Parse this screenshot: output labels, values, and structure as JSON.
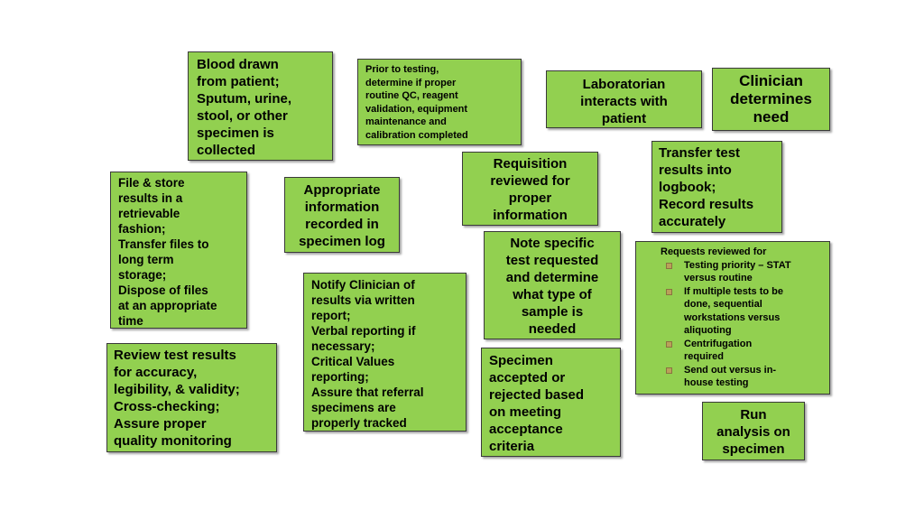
{
  "cards": {
    "blood_drawn": [
      "Blood drawn",
      "from patient;",
      "Sputum, urine,",
      "stool, or other",
      "specimen is",
      "collected"
    ],
    "prior_testing": [
      "Prior to testing,",
      "determine if proper",
      "routine QC, reagent",
      "validation, equipment",
      "maintenance and",
      "calibration completed"
    ],
    "laboratorian": [
      "Laboratorian",
      "interacts with",
      "patient"
    ],
    "clinician_determines": [
      "Clinician",
      "determines",
      "need"
    ],
    "requisition": [
      "Requisition",
      "reviewed for",
      "proper",
      "information"
    ],
    "transfer_results": [
      "Transfer test",
      "results into",
      "logbook;",
      "Record results",
      "accurately"
    ],
    "file_store": [
      "File & store",
      "results in a",
      "retrievable",
      "fashion;",
      "Transfer files to",
      "long term",
      "storage;",
      "Dispose of files",
      "at an appropriate",
      "time"
    ],
    "appropriate_info": [
      "Appropriate",
      "information",
      "recorded in",
      "specimen log"
    ],
    "note_specific": [
      "Note specific",
      "test requested",
      "and determine",
      "what type of",
      "sample is",
      "needed"
    ],
    "requests_reviewed": {
      "heading": "Requests reviewed for",
      "bullets": [
        [
          "Testing priority – STAT",
          "versus routine"
        ],
        [
          "If multiple tests to be",
          "done, sequential",
          "workstations versus",
          "aliquoting"
        ],
        [
          "Centrifugation",
          "required"
        ],
        [
          "Send out versus in-",
          "house testing"
        ]
      ]
    },
    "notify_clinician": [
      "Notify Clinician of",
      "results via written",
      "report;",
      "Verbal reporting if",
      "necessary;",
      "Critical Values",
      "reporting;",
      "Assure that referral",
      "specimens are",
      "properly tracked"
    ],
    "review_results": [
      "Review test results",
      "for accuracy,",
      "legibility, & validity;",
      "Cross-checking;",
      "Assure proper",
      "quality monitoring"
    ],
    "specimen_accepted": [
      "Specimen",
      "accepted or",
      "rejected based",
      "on meeting",
      "acceptance",
      "criteria"
    ],
    "run_analysis": [
      "Run",
      "analysis on",
      "specimen"
    ]
  }
}
